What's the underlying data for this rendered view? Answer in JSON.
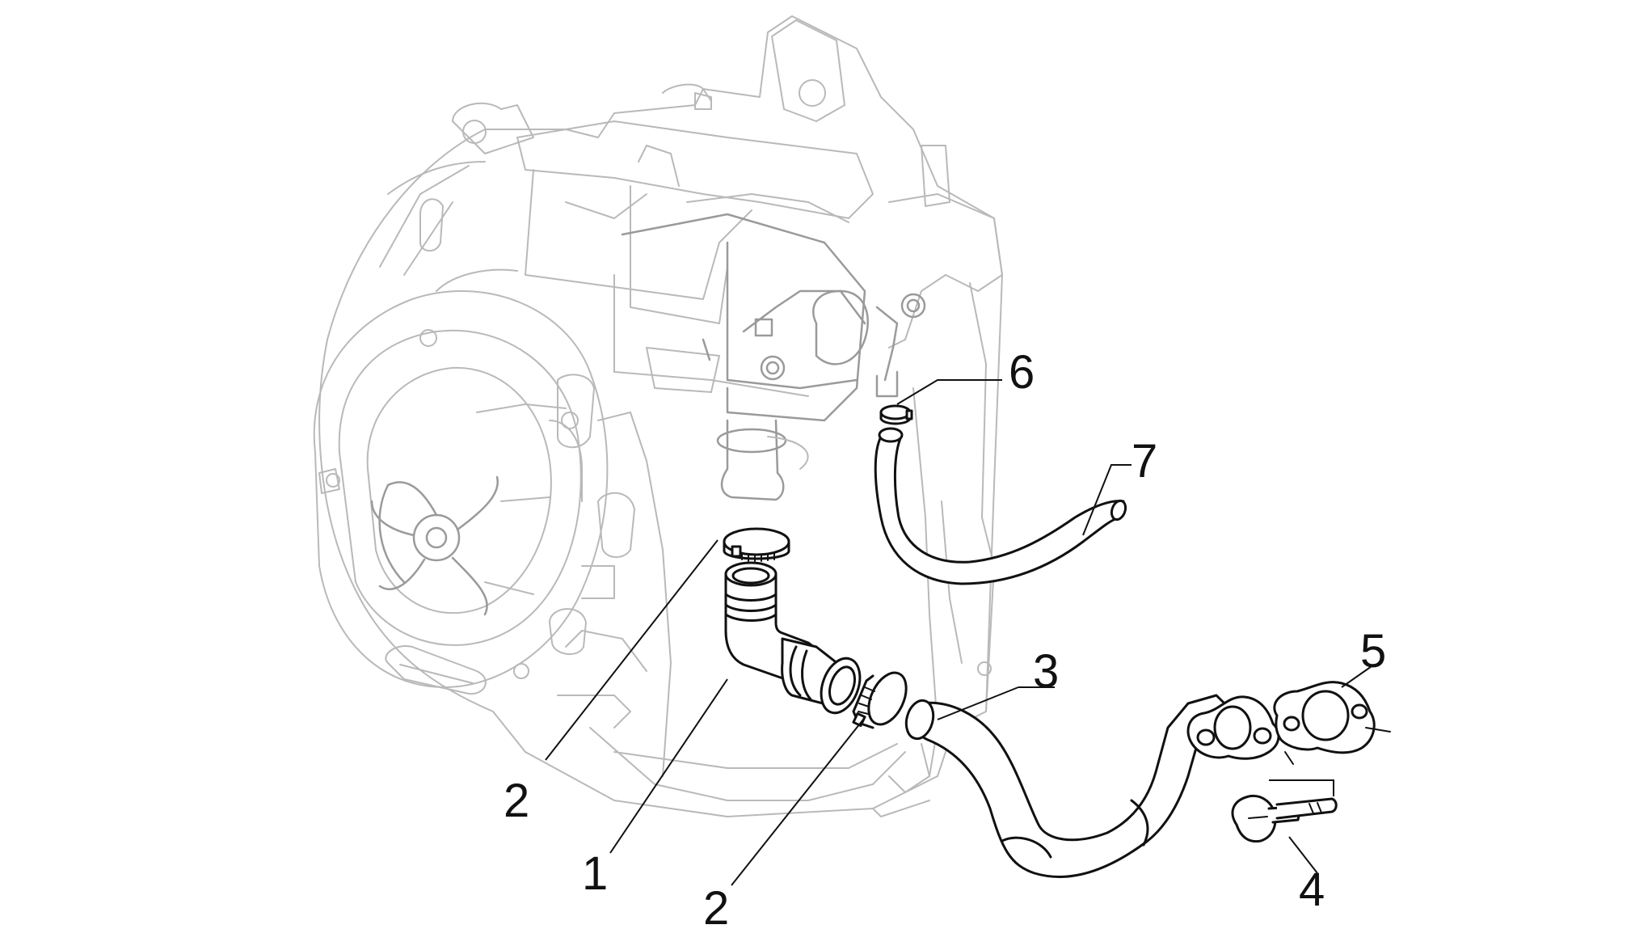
{
  "callouts": {
    "c1": "1",
    "c2a": "2",
    "c2b": "2",
    "c3": "3",
    "c4": "4",
    "c5": "5",
    "c6": "6",
    "c7": "7"
  },
  "colors": {
    "background": "#ffffff",
    "engine_outline": "#b9b9b9",
    "parts_outline": "#111111"
  }
}
